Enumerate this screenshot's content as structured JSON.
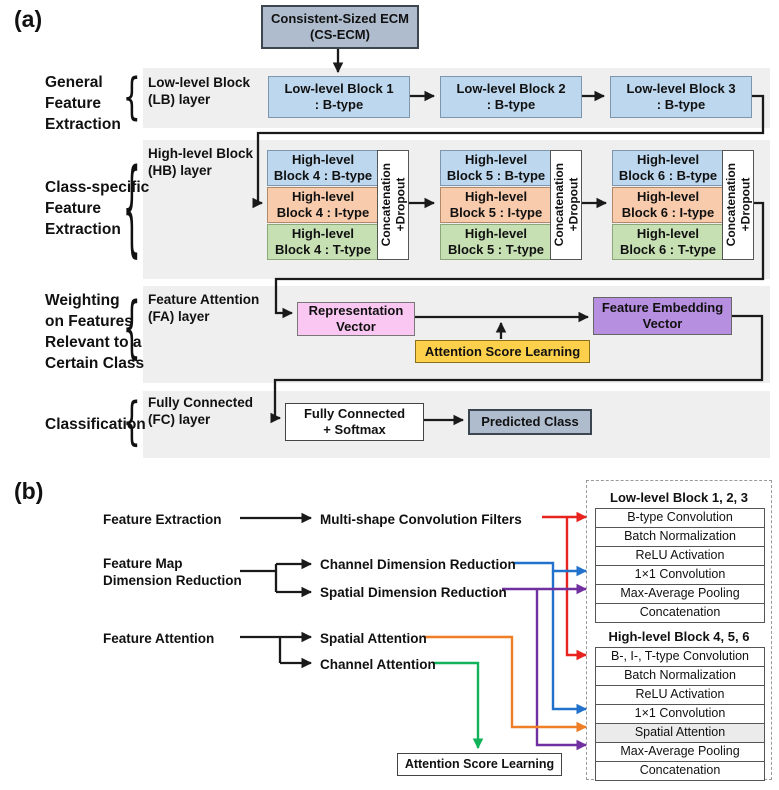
{
  "colors": {
    "red": "#e8231d",
    "blue": "#2272cc",
    "purple": "#7030a0",
    "orange": "#f07e26",
    "green": "#12b25a",
    "steel": "#aebccd",
    "light_blue": "#bdd7ee",
    "light_orange": "#f8cbad",
    "light_green": "#c6e0b4",
    "pink": "#f9c7f2",
    "violet": "#b78fe0",
    "gold": "#fcd04b",
    "band": "#efefef",
    "row_highlight": "#ebebeb"
  },
  "panel_a": {
    "label": "(a)",
    "input_box": "Consistent-Sized ECM\n(CS-ECM)",
    "sections": [
      {
        "group": "General\nFeature\nExtraction",
        "layer": "Low-level Block\n(LB) layer"
      },
      {
        "group": "Class-specific\nFeature\nExtraction",
        "layer": "High-level Block\n(HB) layer"
      },
      {
        "group": "Weighting\non Features\nRelevant to a\nCertain Class",
        "layer": "Feature Attention\n(FA) layer"
      },
      {
        "group": "Classification",
        "layer": "Fully Connected\n(FC) layer"
      }
    ],
    "lb_blocks": [
      "Low-level Block 1\n: B-type",
      "Low-level Block 2\n: B-type",
      "Low-level Block 3\n: B-type"
    ],
    "hb_groups": [
      {
        "b": "High-level\nBlock 4 : B-type",
        "i": "High-level\nBlock 4 : I-type",
        "t": "High-level\nBlock 4 : T-type",
        "concat": "Concatenation\n+Dropout"
      },
      {
        "b": "High-level\nBlock 5 : B-type",
        "i": "High-level\nBlock 5 : I-type",
        "t": "High-level\nBlock 5 : T-type",
        "concat": "Concatenation\n+Dropout"
      },
      {
        "b": "High-level\nBlock 6 : B-type",
        "i": "High-level\nBlock 6 : I-type",
        "t": "High-level\nBlock 6 : T-type",
        "concat": "Concatenation\n+Dropout"
      }
    ],
    "fa": {
      "representation": "Representation\nVector",
      "attention": "Attention Score Learning",
      "embedding": "Feature Embedding\nVector"
    },
    "fc": {
      "fully_connected": "Fully Connected\n+ Softmax",
      "predicted": "Predicted Class"
    }
  },
  "panel_b": {
    "label": "(b)",
    "left_labels": [
      "Feature Extraction",
      "Feature Map\nDimension Reduction",
      "Feature Attention"
    ],
    "mid_labels": [
      "Multi-shape Convolution Filters",
      "Channel Dimension Reduction",
      "Spatial Dimension Reduction",
      "Spatial Attention",
      "Channel Attention"
    ],
    "attention_box": "Attention Score Learning",
    "low_block": {
      "title": "Low-level Block 1, 2, 3",
      "rows": [
        "B-type Convolution",
        "Batch Normalization",
        "ReLU Activation",
        "1×1 Convolution",
        "Max-Average Pooling",
        "Concatenation"
      ]
    },
    "high_block": {
      "title": "High-level Block 4, 5, 6",
      "rows": [
        "B-, I-, T-type Convolution",
        "Batch Normalization",
        "ReLU Activation",
        "1×1 Convolution",
        "Spatial Attention",
        "Max-Average Pooling",
        "Concatenation"
      ]
    }
  }
}
